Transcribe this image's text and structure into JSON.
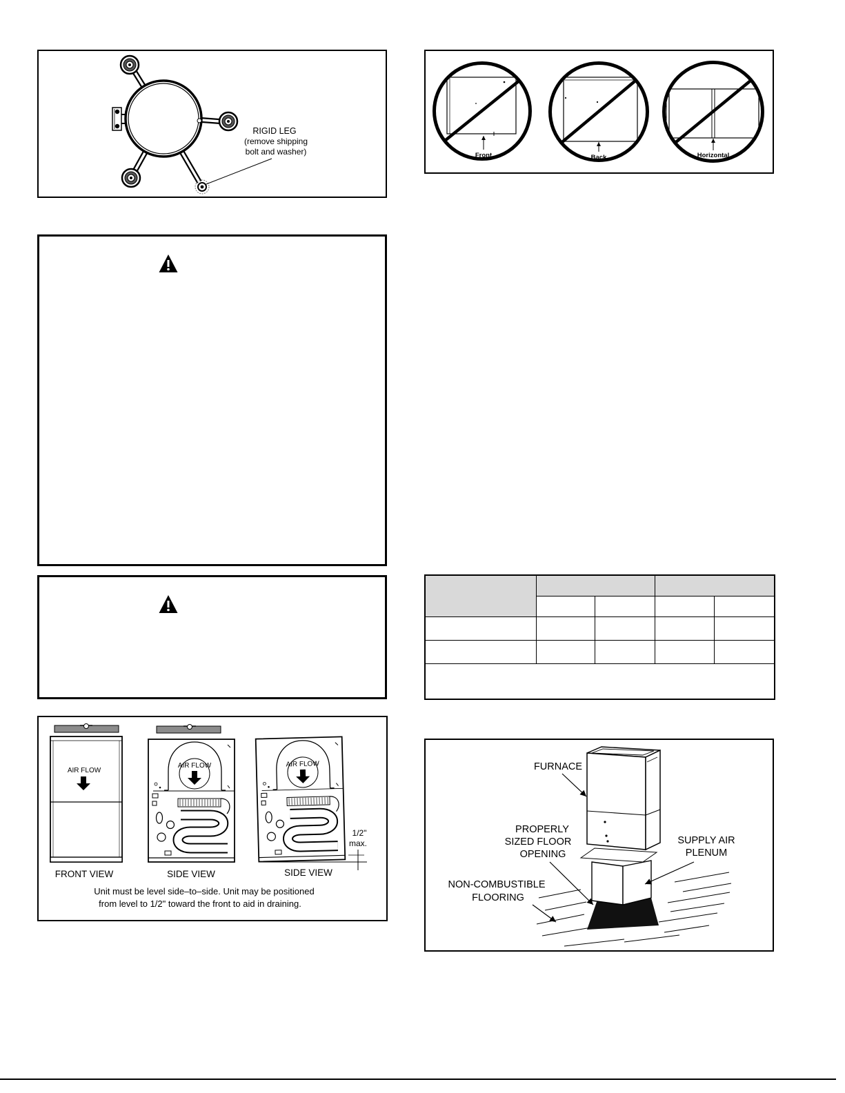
{
  "caster_figure": {
    "callout": [
      "RIGID LEG",
      "(remove shipping",
      "bolt and washer)"
    ]
  },
  "orientation_figure": {
    "labels": [
      "Front",
      "Back",
      "Horizontal"
    ]
  },
  "warning_boxes": [
    {
      "icon": "warning-triangle-icon"
    },
    {
      "icon": "warning-triangle-icon"
    }
  ],
  "level_figure": {
    "views": [
      {
        "label": "FRONT VIEW",
        "airflow": "AIR FLOW"
      },
      {
        "label": "SIDE VIEW",
        "airflow": "AIR FLOW"
      },
      {
        "label": "SIDE VIEW",
        "airflow": "AIR FLOW"
      }
    ],
    "tolerance": [
      "1/2\"",
      "max."
    ],
    "caption": [
      "Unit must be level side–to–side. Unit may be positioned",
      "from level to 1/2\" toward the front to aid in draining."
    ]
  },
  "installation_figure": {
    "furnace": "FURNACE",
    "floor_opening": [
      "PROPERLY",
      "SIZED FLOOR",
      "OPENING"
    ],
    "supply_plenum": [
      "SUPPLY AIR",
      "PLENUM"
    ],
    "flooring": [
      "NON-COMBUSTIBLE",
      "FLOORING"
    ]
  },
  "colors": {
    "ink": "#000000",
    "table_header_fill": "#d9d9d9",
    "level_bar_fill": "#8c8c8c"
  }
}
